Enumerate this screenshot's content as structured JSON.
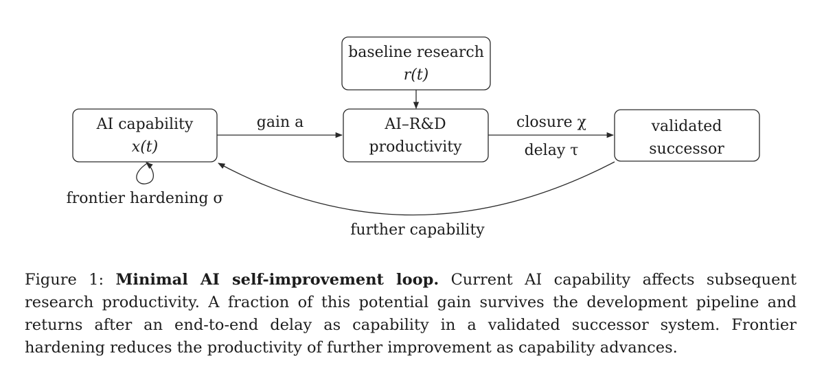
{
  "diagram": {
    "nodes": {
      "ai_capability": {
        "line1": "AI capability",
        "line2": "x(t)"
      },
      "baseline_research": {
        "line1": "baseline research",
        "line2": "r(t)"
      },
      "ai_rd_productivity": {
        "line1": "AI–R&D",
        "line2": "productivity"
      },
      "validated_successor": {
        "line1": "validated",
        "line2": "successor"
      }
    },
    "edges": {
      "gain": "gain a",
      "closure": "closure χ",
      "delay": "delay τ",
      "frontier_hardening": "frontier hardening σ",
      "further_capability": "further capability"
    }
  },
  "caption": {
    "prefix": "Figure 1: ",
    "title": "Minimal AI self-improvement loop.",
    "body": " Current AI capability affects subsequent research productivity. A fraction of this potential gain survives the development pipeline and returns after an end-to-end delay as capability in a validated successor system. Frontier hardening reduces the productivity of further improvement as capability advances."
  }
}
